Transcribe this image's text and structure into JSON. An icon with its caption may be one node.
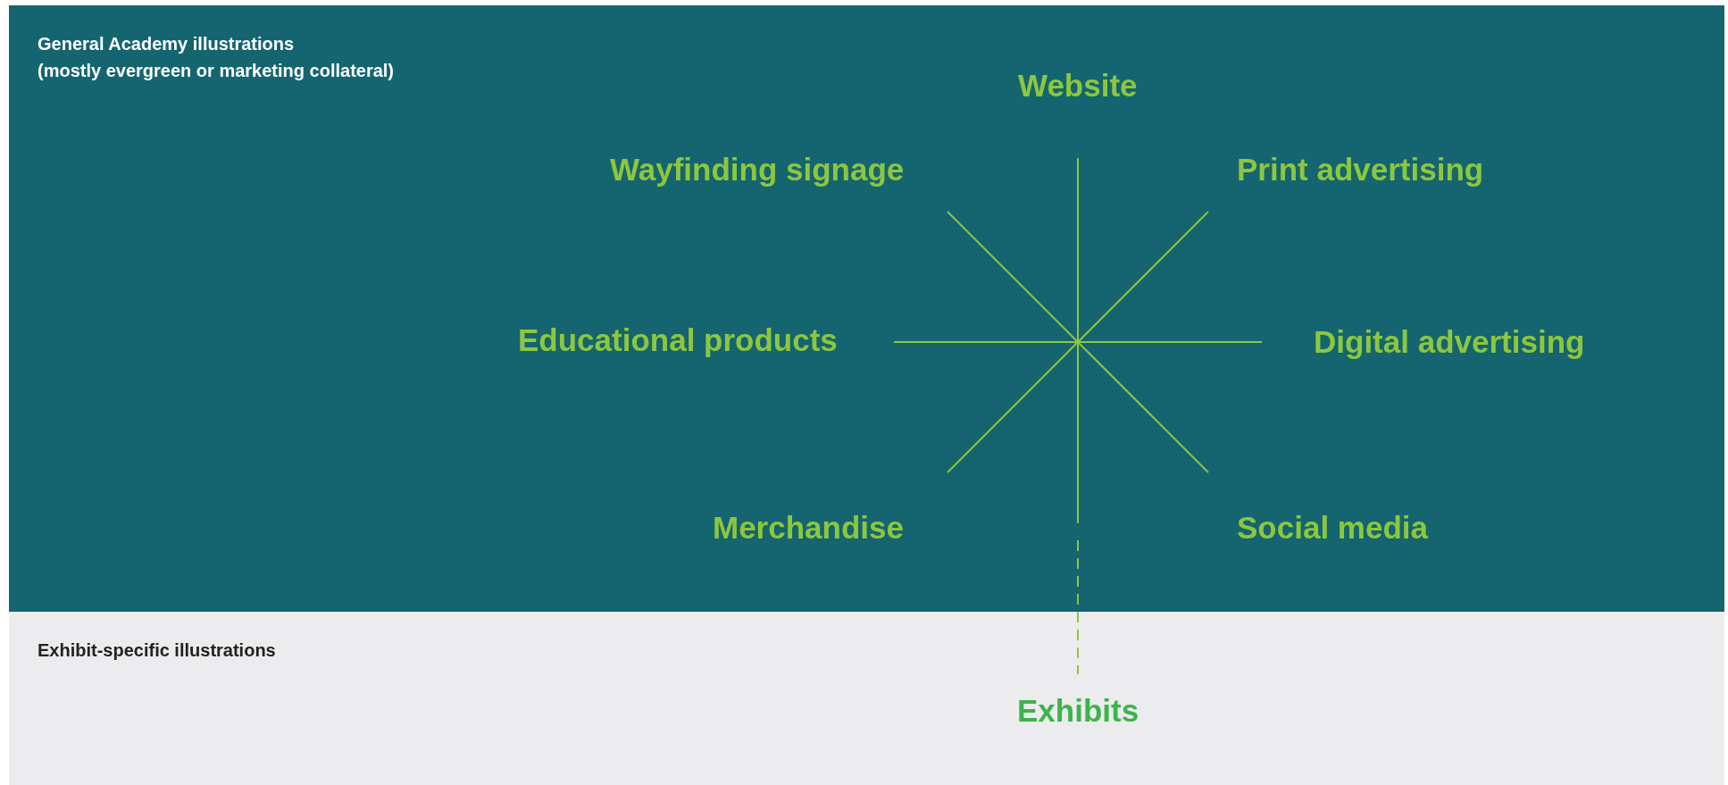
{
  "diagram": {
    "nodes": [
      {
        "text": [
          "General Academy illustrations",
          "(mostly evergreen or marketing collateral)"
        ]
      },
      {
        "text": [
          "Exhibit-specific illustrations"
        ]
      },
      {
        "text": [
          "Website"
        ],
        "in": 0
      },
      {
        "text": [
          "Wayfinding signage"
        ],
        "in": 0
      },
      {
        "text": [
          "Print advertising"
        ],
        "in": 0
      },
      {
        "text": [
          "Educational products"
        ],
        "in": 0
      },
      {
        "text": [
          "Digital advertising"
        ],
        "in": 0
      },
      {
        "text": [
          "Merchandise"
        ],
        "in": 0
      },
      {
        "text": [
          "Social media"
        ],
        "in": 0
      },
      {
        "text": [
          "Exhibits"
        ],
        "in": 1
      }
    ],
    "edges": [
      {
        "from": 2,
        "to": null,
        "arrow": "none"
      },
      {
        "from": 3,
        "to": 8,
        "arrow": "none"
      },
      {
        "from": 4,
        "to": 7,
        "arrow": "none"
      },
      {
        "from": 5,
        "to": 6,
        "arrow": "none"
      },
      {
        "from": null,
        "to": 9,
        "arrow": "none",
        "style": "dashed",
        "color": "#8dc63f"
      }
    ]
  }
}
